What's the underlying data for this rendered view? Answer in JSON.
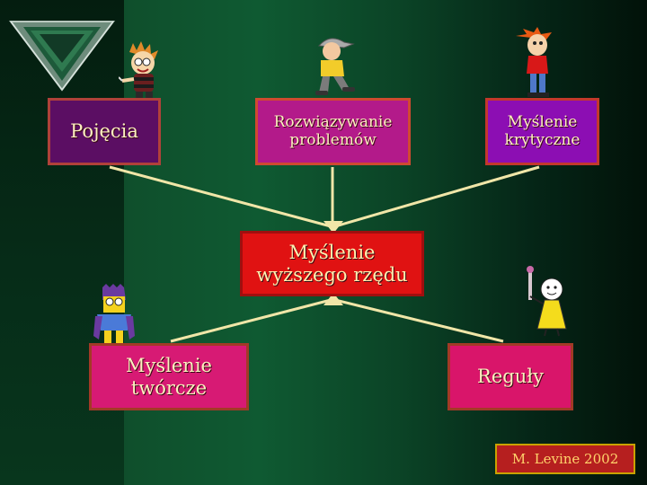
{
  "diagram": {
    "concepts": {
      "pojecia": "Pojęcia",
      "rozwiazywanie": "Rozwiązywanie\nproblemów",
      "krytyczne": "Myślenie\nkrytyczne",
      "center": "Myślenie\nwyższego rzędu",
      "tworcze": "Myślenie\ntwórcze",
      "reguly": "Reguły"
    },
    "credit": "M. Levine 2002"
  },
  "colors": {
    "background": "#0f5a32",
    "connector": "#f0e6a8",
    "pojecia_fill": "#5b0e63",
    "rozwiazywanie_fill": "#b31a8a",
    "krytyczne_fill": "#8c0eb3",
    "center_fill": "#e01212",
    "tworcze_fill": "#d71a74",
    "reguly_fill": "#d9156a",
    "credit_fill": "#b61f1f",
    "text": "#fdf0c0"
  },
  "icons": [
    "emerald-triangle-logo",
    "calvin-cartoon",
    "boy-with-cap-cartoon",
    "redhead-boy-cartoon",
    "bart-cartoon",
    "girl-with-wand-cartoon"
  ]
}
